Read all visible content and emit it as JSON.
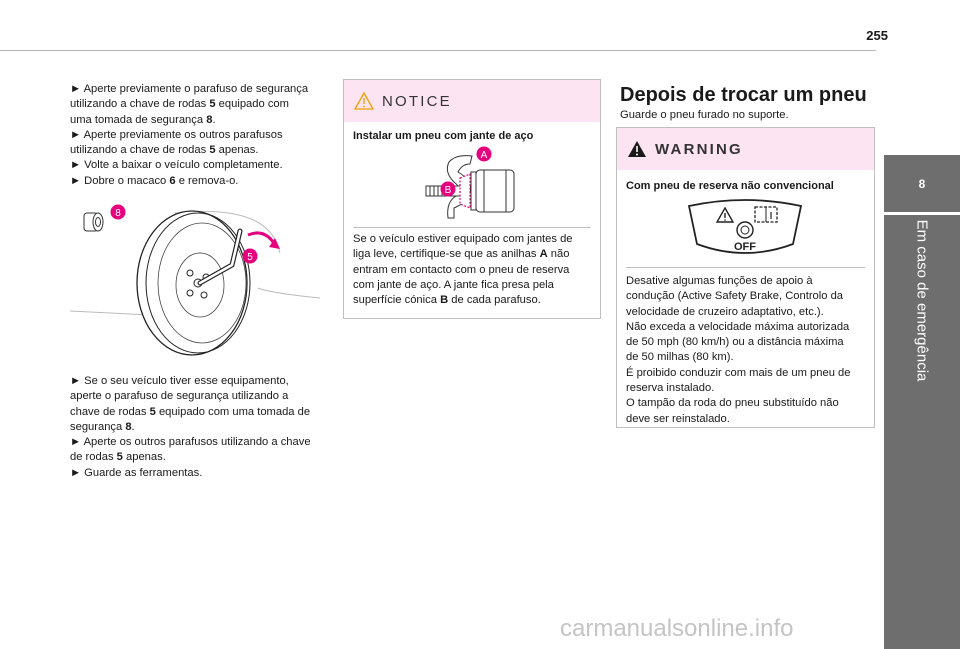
{
  "page_number": "255",
  "side_tab": {
    "chapter_number": "8",
    "chapter_title": "Em caso de emergência"
  },
  "column1": {
    "lines_top": [
      {
        "segments": [
          "► Aperte previamente o parafuso de segurança"
        ]
      },
      {
        "segments": [
          "utilizando a chave de rodas ",
          "5",
          " equipado com"
        ]
      },
      {
        "segments": [
          "uma tomada de segurança ",
          "8",
          "."
        ]
      },
      {
        "segments": [
          "► Aperte previamente os outros parafusos"
        ]
      },
      {
        "segments": [
          "utilizando a chave de rodas ",
          "5",
          " apenas."
        ]
      },
      {
        "segments": [
          "► Volte a baixar o veículo completamente."
        ]
      },
      {
        "segments": [
          "► Dobre o macaco ",
          "6",
          " e remova-o."
        ]
      }
    ],
    "figure_labels": {
      "bolt": "8",
      "wrench": "5"
    },
    "lines_bottom": [
      {
        "segments": [
          "► Se o seu veículo tiver esse equipamento,"
        ]
      },
      {
        "segments": [
          "aperte o parafuso de segurança utilizando a"
        ]
      },
      {
        "segments": [
          "chave de rodas ",
          "5",
          " equipado com uma tomada de"
        ]
      },
      {
        "segments": [
          "segurança ",
          "8",
          "."
        ]
      },
      {
        "segments": [
          "► Aperte os outros parafusos utilizando a chave"
        ]
      },
      {
        "segments": [
          "de rodas ",
          "5",
          " apenas."
        ]
      },
      {
        "segments": [
          "► Guarde as ferramentas."
        ]
      }
    ]
  },
  "notice": {
    "header": "NOTICE",
    "title": "Instalar um pneu com jante de aço",
    "figure_labels": {
      "a": "A",
      "b": "B"
    },
    "lines": [
      {
        "segments": [
          "Se o veículo estiver equipado com jantes de"
        ]
      },
      {
        "segments": [
          "liga leve, certifique-se que as anilhas ",
          "A",
          " não"
        ]
      },
      {
        "segments": [
          "entram em contacto com o pneu de reserva"
        ]
      },
      {
        "segments": [
          "com jante de aço. A jante fica presa pela"
        ]
      },
      {
        "segments": [
          "superfície cónica ",
          "B",
          " de cada parafuso."
        ]
      }
    ]
  },
  "section": {
    "title": "Depois de trocar um pneu",
    "subtitle": "Guarde o pneu furado no suporte."
  },
  "warning": {
    "header": "WARNING",
    "title": "Com pneu de reserva não convencional",
    "dash_off": "OFF",
    "lines": [
      "Desative algumas funções de apoio à",
      "condução (Active Safety Brake, Controlo da",
      "velocidade de cruzeiro adaptativo, etc.).",
      "Não exceda a velocidade máxima autorizada",
      "de 50 mph (80 km/h) ou a distância máxima",
      "de 50 milhas (80 km).",
      "É proibido conduzir com mais de um pneu de",
      "reserva instalado.",
      "O tampão da roda do pneu substituído não",
      "deve ser reinstalado."
    ]
  },
  "watermark": "carmanualsonline.info",
  "colors": {
    "accent_magenta": "#e6007e",
    "box_header_pink": "#fce4f2",
    "side_tab_gray": "#6e6e6e"
  }
}
